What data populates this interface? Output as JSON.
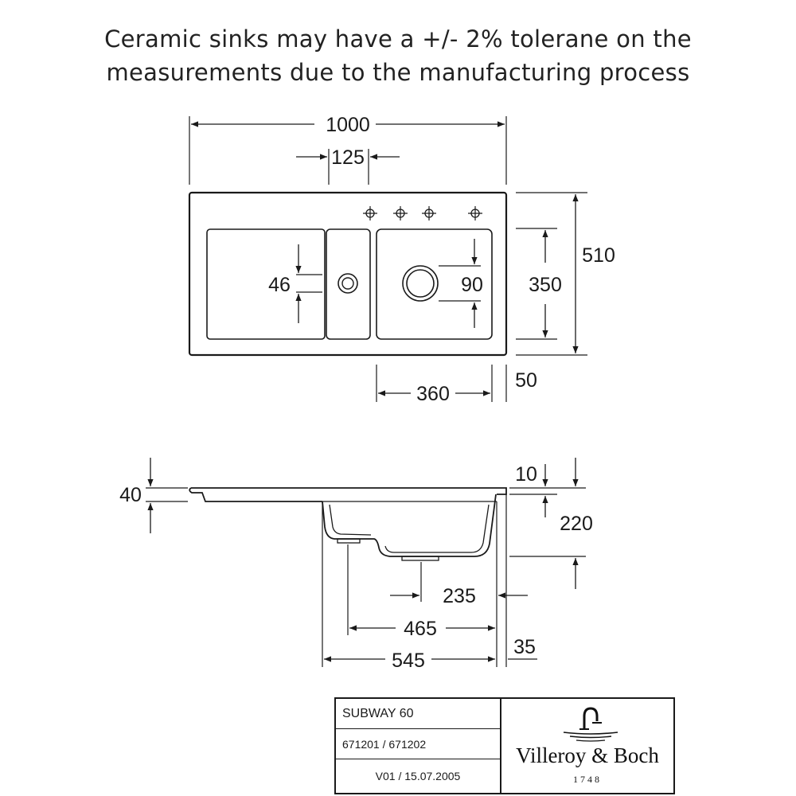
{
  "header": {
    "line1": "Ceramic sinks may have a +/- 2% tolerane on the",
    "line2": "measurements due to the manufacturing process"
  },
  "dimensions": {
    "width_total": "1000",
    "tap_offset": "125",
    "depth_total": "510",
    "bowl_depth": "350",
    "small_waste": "46",
    "main_waste": "90",
    "bowl_width": "360",
    "edge_margin": "50",
    "rim_thickness": "40",
    "rim_top": "10",
    "bowl_height": "220",
    "waste_offset_1": "235",
    "waste_offset_2": "465",
    "edge_offset": "35",
    "bowl_span": "545"
  },
  "title_block": {
    "model": "SUBWAY 60",
    "article_numbers": "671201 / 671202",
    "version": "V01 / 15.07.2005",
    "brand": "Villeroy & Boch",
    "year": "1748"
  },
  "icons": {
    "tap_hole_marker": "crosshair-icon",
    "brand_mark": "faucet-logo-icon"
  }
}
